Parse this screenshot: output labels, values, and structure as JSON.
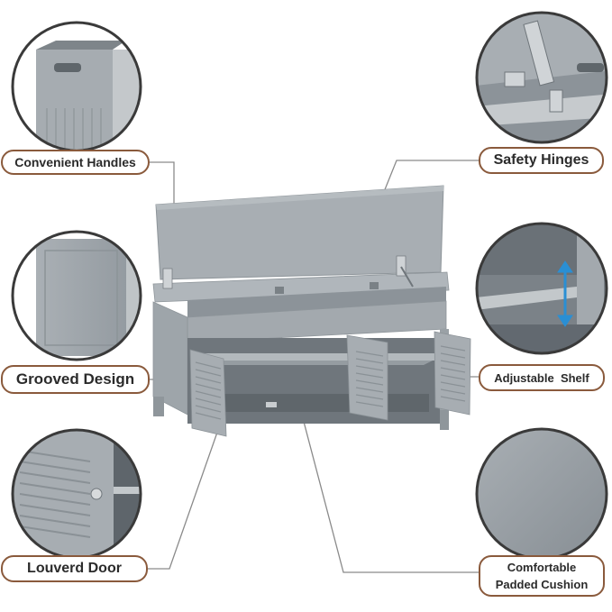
{
  "features": {
    "handles": "Convenient Handles",
    "hinges": "Safety Hinges",
    "grooved": "Grooved Design",
    "shelf": "Adjustable  Shelf",
    "door": "Louverd Door",
    "cushion_line1": "Comfortable",
    "cushion_line2": "Padded Cushion"
  },
  "colors": {
    "label_border": "#8a5a3c",
    "cabinet_gray": "#9aa1a7",
    "callout_ring": "#3a3a3a",
    "arrow_blue": "#2a8fd4"
  }
}
